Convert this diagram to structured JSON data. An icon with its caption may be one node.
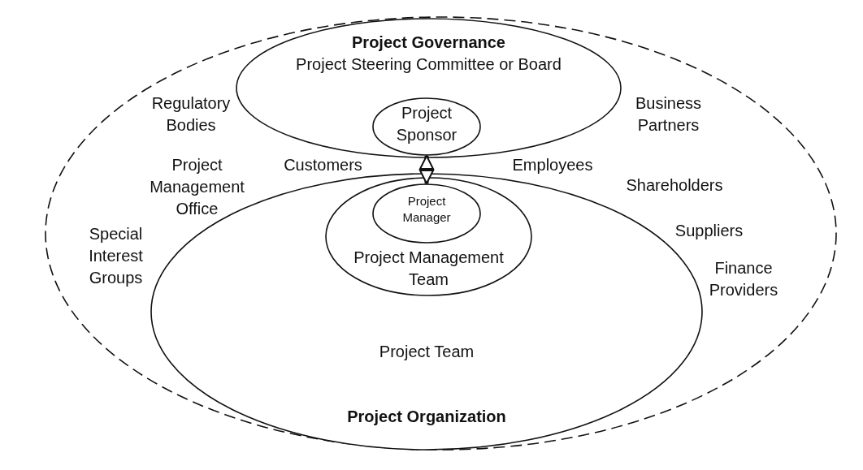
{
  "diagram": {
    "nodes": [
      {
        "text": [],
        "shape": "circle"
      },
      {
        "text": [
          "Project Governance",
          "Project Steering Committee or Board"
        ],
        "in": 0
      },
      {
        "text": [
          "Project Sponsor"
        ],
        "in": 1
      },
      {
        "text": [
          "Project Team",
          "Project Organization"
        ],
        "in": 0
      },
      {
        "text": [
          "Project Management Team"
        ],
        "in": 3
      },
      {
        "text": [
          "Project Manager"
        ],
        "in": 4
      }
    ],
    "edges": [
      {
        "from": 2,
        "to": 5,
        "arrow": "both"
      }
    ],
    "labels": [
      "Regulatory Bodies",
      "Business Partners",
      "Project Management Office",
      "Customers",
      "Employees",
      "Shareholders",
      "Special Interest Groups",
      "Suppliers",
      "Finance Providers"
    ]
  }
}
